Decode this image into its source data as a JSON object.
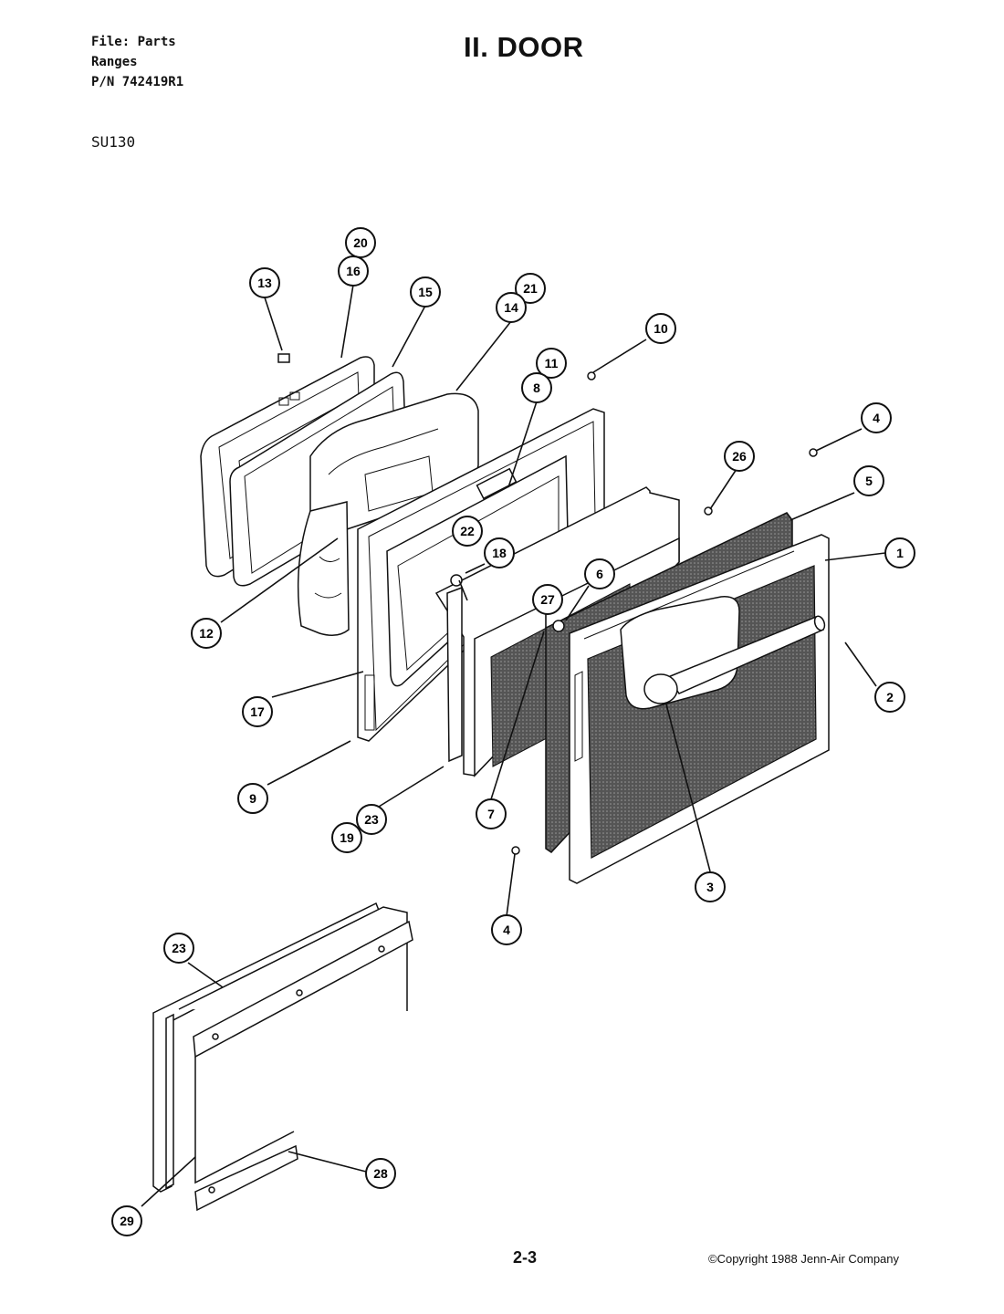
{
  "header": {
    "file_line": "File: Parts",
    "category": "Ranges",
    "part_number": "P/N 742419R1",
    "model": "SU130",
    "title": "II. DOOR"
  },
  "footer": {
    "page": "2-3",
    "copyright": "©Copyright 1988 Jenn-Air Company"
  },
  "callouts": [
    "20",
    "16",
    "13",
    "15",
    "21",
    "14",
    "11",
    "8",
    "10",
    "4",
    "26",
    "5",
    "1",
    "22",
    "18",
    "6",
    "27",
    "2",
    "12",
    "17",
    "9",
    "23",
    "19",
    "7",
    "3",
    "4",
    "23",
    "28",
    "29"
  ],
  "colors": {
    "ink": "#111111",
    "paper": "#ffffff",
    "glass": "#3a3a3a"
  }
}
